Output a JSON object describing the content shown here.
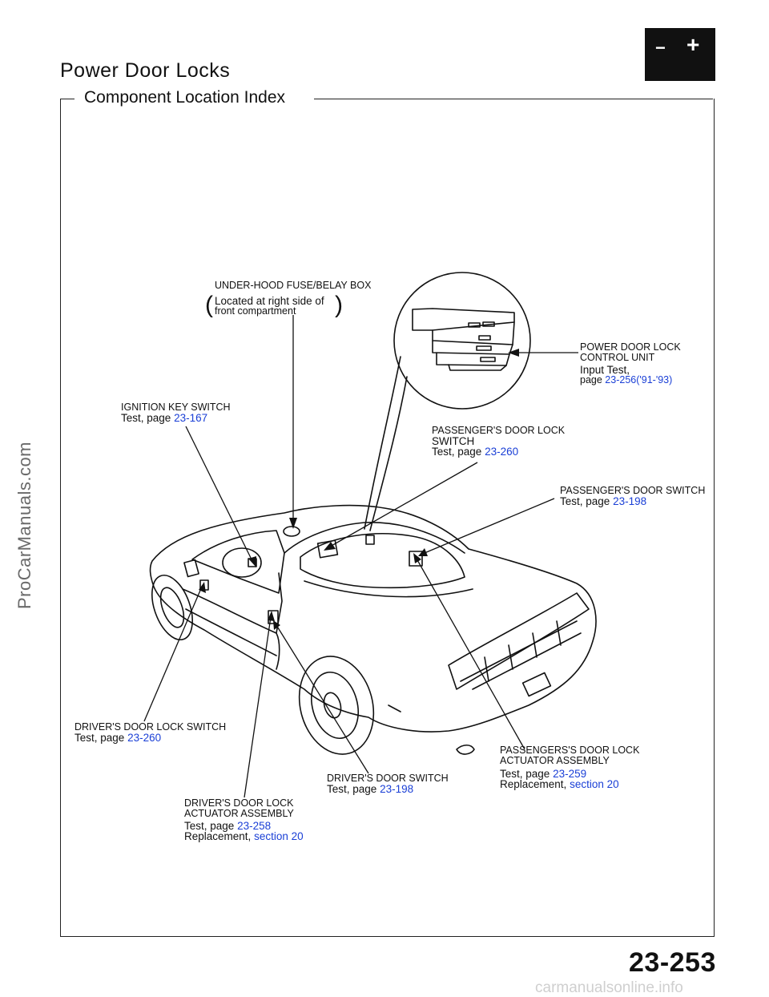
{
  "header": {
    "title": "Power Door Locks",
    "subtitle": "Component Location Index",
    "battery_icon": "battery-icon",
    "battery_minus": "−",
    "battery_plus": "+"
  },
  "watermark_side": "ProCarManuals.com",
  "watermark_bottom": "carmanualsonline.info",
  "page_number": "23-253",
  "labels": {
    "fuse_box": {
      "line1": "UNDER-HOOD FUSE/BELAY BOX",
      "paren_open": "(",
      "line2": "Located at right side of",
      "line3": "front compartment",
      "paren_close": ")"
    },
    "control_unit": {
      "line1": "POWER DOOR LOCK",
      "line2": "CONTROL UNIT",
      "line3": "Input Test,",
      "prefix": "page",
      "link": "23-256('91-'93)"
    },
    "ignition": {
      "line1": "IGNITION KEY SWITCH",
      "prefix": "Test, page",
      "link": "23-167"
    },
    "pass_lock_switch": {
      "line1": "PASSENGER'S DOOR LOCK",
      "line2": "SWITCH",
      "prefix": "Test, page",
      "link": "23-260"
    },
    "pass_door_switch": {
      "line1": "PASSENGER'S DOOR SWITCH",
      "prefix": "Test, page",
      "link": "23-198"
    },
    "drv_lock_switch": {
      "line1": "DRIVER'S DOOR LOCK SWITCH",
      "prefix": "Test, page",
      "link": "23-260"
    },
    "pass_actuator": {
      "line1": "PASSENGERS'S DOOR LOCK",
      "line2": "ACTUATOR ASSEMBLY",
      "prefix": "Test, page",
      "link": "23-259",
      "prefix2": "Replacement,",
      "link2": "section 20"
    },
    "drv_door_switch": {
      "line1": "DRIVER'S DOOR SWITCH",
      "prefix": "Test, page",
      "link": "23-198"
    },
    "drv_actuator": {
      "line1": "DRIVER'S DOOR LOCK",
      "line2": "ACTUATOR ASSEMBLY",
      "prefix": "Test, page",
      "link": "23-258",
      "prefix2": "Replacement,",
      "link2": "section 20"
    }
  },
  "colors": {
    "link": "#1a3fd6",
    "ink": "#111111",
    "watermark": "#6a6a6a"
  }
}
